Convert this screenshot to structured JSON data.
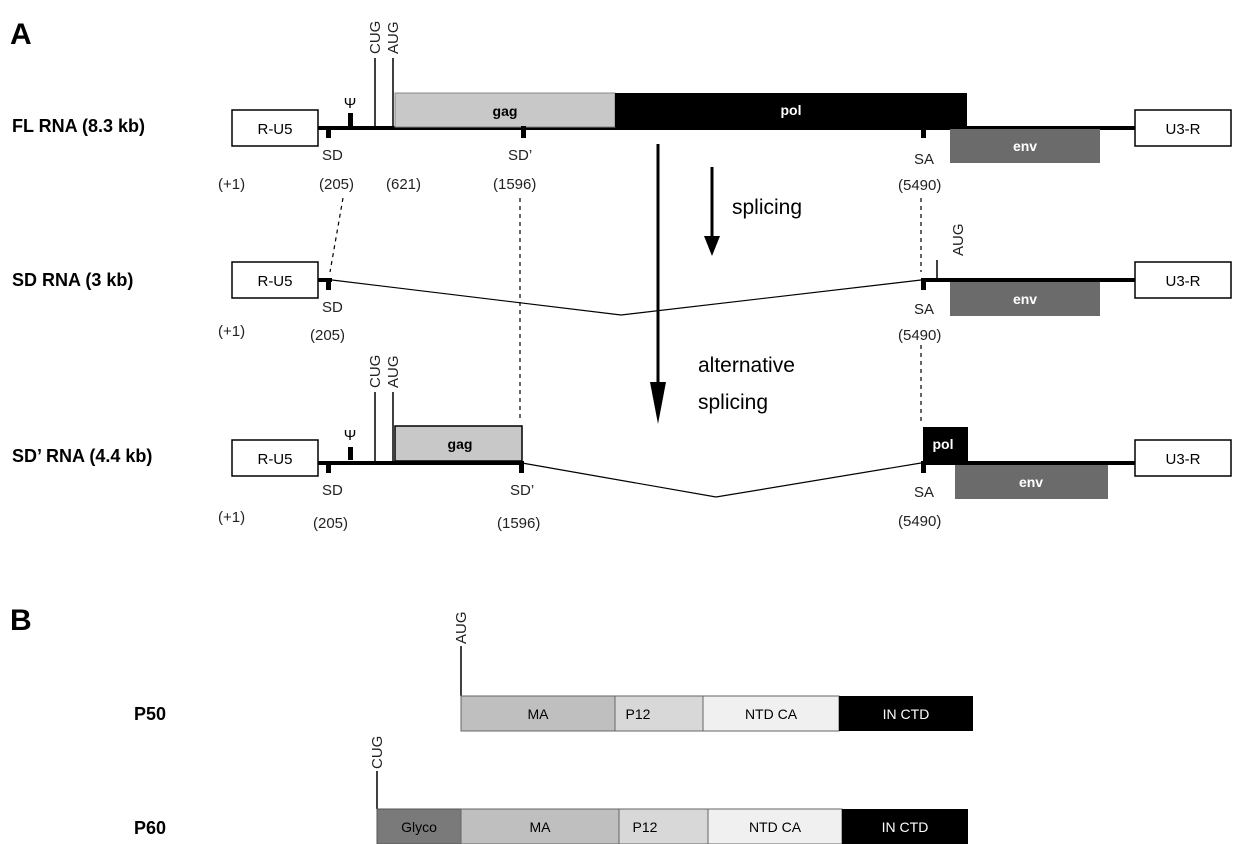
{
  "panel_a_label": "A",
  "panel_b_label": "B",
  "rows": {
    "fl": "FL RNA (8.3 kb)",
    "sd": "SD RNA (3 kb)",
    "sdp": "SD’ RNA (4.4 kb)"
  },
  "ltr": {
    "left": "R-U5",
    "right": "U3-R"
  },
  "genes": {
    "gag": "gag",
    "pol": "pol",
    "env": "env"
  },
  "codons": {
    "cug": "CUG",
    "aug": "AUG"
  },
  "psi": "Ψ",
  "sites": {
    "sd": "SD",
    "sd_prime": "SD’",
    "sa": "SA",
    "plus1": "(+1)",
    "p205": "(205)",
    "p621": "(621)",
    "p1596": "(1596)",
    "p5490": "(5490)"
  },
  "arrows": {
    "splicing": "splicing",
    "alt_line1": "alternative",
    "alt_line2": "splicing"
  },
  "proteins": {
    "p50": {
      "label": "P50",
      "start": "AUG",
      "domains": [
        "MA",
        "P12",
        "NTD CA",
        "IN CTD"
      ]
    },
    "p60": {
      "label": "P60",
      "start": "CUG",
      "domains": [
        "Glyco",
        "MA",
        "P12",
        "NTD CA",
        "IN CTD"
      ]
    }
  },
  "colors": {
    "gag": "#c8c8c8",
    "pol": "#000000",
    "env": "#6b6b6b",
    "ma": "#bfbfbf",
    "p12": "#d8d8d8",
    "ntd_ca": "#f0f0f0",
    "in_ctd": "#000000",
    "glyco": "#7a7a7a"
  }
}
